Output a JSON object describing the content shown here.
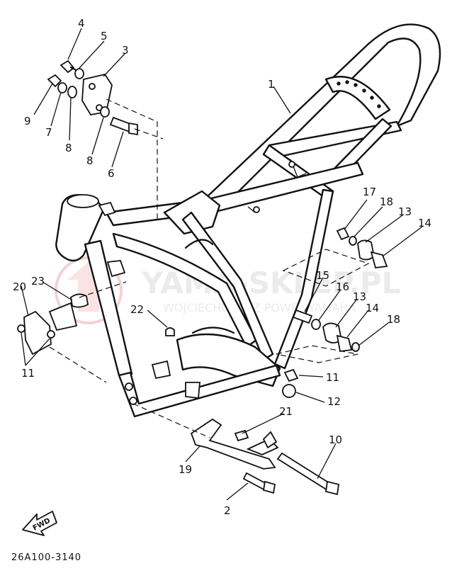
{
  "diagram": {
    "drawing_code": "26A100-3140",
    "fwd_label": "FWD",
    "watermark": {
      "main": "YAMA-SKLEP.PL",
      "sub": "WOJCIECHOWICZ POWER-YAMAHA"
    },
    "callouts": {
      "c1": "1",
      "c2": "2",
      "c3": "3",
      "c4": "4",
      "c5": "5",
      "c6": "6",
      "c7": "7",
      "c8a": "8",
      "c8b": "8",
      "c9": "9",
      "c10": "10",
      "c11a": "11",
      "c11b": "11",
      "c12": "12",
      "c13a": "13",
      "c13b": "13",
      "c14a": "14",
      "c14b": "14",
      "c15": "15",
      "c16": "16",
      "c17": "17",
      "c18a": "18",
      "c18b": "18",
      "c19": "19",
      "c20": "20",
      "c21": "21",
      "c22": "22",
      "c23": "23"
    }
  }
}
